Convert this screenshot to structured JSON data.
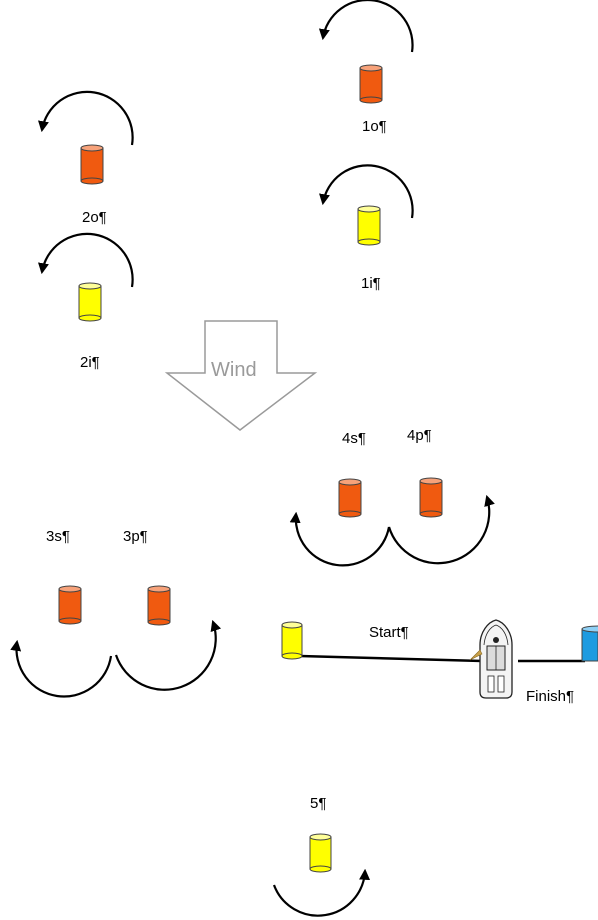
{
  "colors": {
    "orange_mark": "#f05a10",
    "orange_top": "#f7a27a",
    "yellow_mark": "#ffff00",
    "yellow_top": "#ffff99",
    "blue_mark": "#1e9be0",
    "blue_top": "#8fd0f5",
    "wind_arrow_stroke": "#9a9a9a"
  },
  "wind": {
    "label": "Wind"
  },
  "marks": [
    {
      "label": "1o¶",
      "color": "orange",
      "rotation": "counterclockwise"
    },
    {
      "label": "1i¶",
      "color": "yellow",
      "rotation": "counterclockwise"
    },
    {
      "label": "2o¶",
      "color": "orange",
      "rotation": "counterclockwise"
    },
    {
      "label": "2i¶",
      "color": "yellow",
      "rotation": "counterclockwise"
    },
    {
      "label": "4s¶",
      "color": "orange",
      "rotation": "clockwise"
    },
    {
      "label": "4p¶",
      "color": "orange",
      "rotation": "counterclockwise"
    },
    {
      "label": "3s¶",
      "color": "orange",
      "rotation": "clockwise"
    },
    {
      "label": "3p¶",
      "color": "orange",
      "rotation": "counterclockwise"
    },
    {
      "label": "5¶",
      "color": "yellow",
      "rotation": "counterclockwise"
    }
  ],
  "start_finish": {
    "start_label": "Start¶",
    "finish_label": "Finish¶",
    "start_buoy_color": "yellow",
    "finish_buoy_color": "blue",
    "committee_boat_icon": "motor-yacht-icon"
  }
}
